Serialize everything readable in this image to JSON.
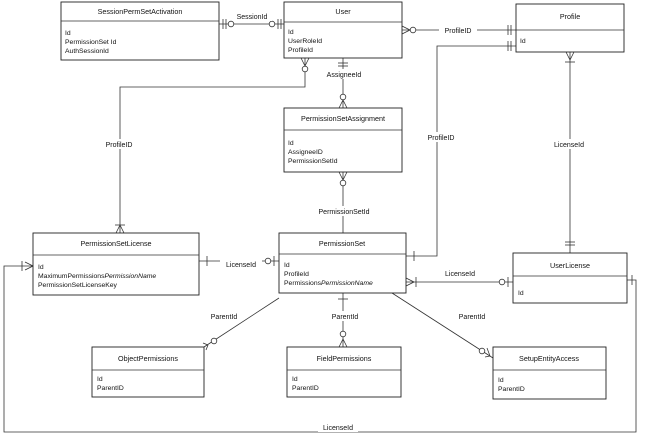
{
  "entities": {
    "spsa": {
      "title": "SessionPermSetActivation",
      "f0": "Id",
      "f1": "PermissionSet Id",
      "f2": "AuthSessionId"
    },
    "user": {
      "title": "User",
      "f0": "Id",
      "f1": "UserRoleId",
      "f2": "ProfileId"
    },
    "profile": {
      "title": "Profile",
      "f0": "Id"
    },
    "psa": {
      "title": "PermissionSetAssignment",
      "f0": "Id",
      "f1": "AssigneeID",
      "f2": "PermissionSetId"
    },
    "psl": {
      "title": "PermissionSetLicense",
      "f0": "Id",
      "f1": "MaximumPermissions",
      "f1b": "PermissionName",
      "f2": "PermissionSetLicenseKey"
    },
    "ps": {
      "title": "PermissionSet",
      "f0": "Id",
      "f1": "ProfileId",
      "f2": "Permissions",
      "f2b": "PermissionName"
    },
    "ul": {
      "title": "UserLicense",
      "f0": "Id"
    },
    "op": {
      "title": "ObjectPermissions",
      "f0": "Id",
      "f1": "ParentID"
    },
    "fp": {
      "title": "FieldPermissions",
      "f0": "Id",
      "f1": "ParentID"
    },
    "sea": {
      "title": "SetupEntityAccess",
      "f0": "Id",
      "f1": "ParentID"
    }
  },
  "relations": {
    "session_id": "SessionId",
    "user_profile": "ProfileID",
    "assignee": "AssigneeId",
    "psl_profile": "ProfileID",
    "ps_profile": "ProfileID",
    "profile_license": "LicenseId",
    "ps_assignment": "PermissionSetId",
    "psl_ps": "LicenseId",
    "ps_userlicense": "LicenseId",
    "op_parent": "ParentId",
    "fp_parent": "ParentId",
    "sea_parent": "ParentId",
    "bottom_license": "LicenseId"
  }
}
